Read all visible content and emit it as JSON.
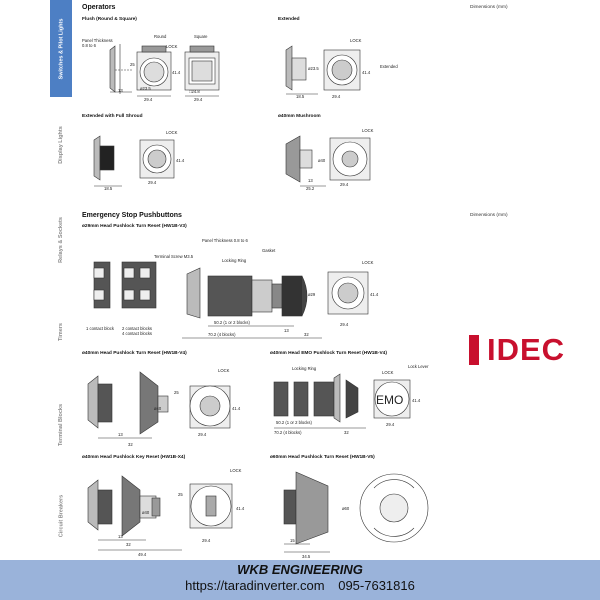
{
  "sidebar": {
    "items": [
      {
        "label": "Switches & Pilot Lights",
        "active": true
      },
      {
        "label": "Display Lights",
        "active": false
      },
      {
        "label": "Relays & Sockets",
        "active": false
      },
      {
        "label": "Timers",
        "active": false
      },
      {
        "label": "Terminal Blocks",
        "active": false
      },
      {
        "label": "Circuit Breakers",
        "active": false
      }
    ]
  },
  "operators": {
    "title": "Operators",
    "dimensions_note": "Dimensions (mm)",
    "flush_title": "Flush (Round & Square)",
    "extended_title": "Extended",
    "extended_shroud_title": "Extended with Full Shroud",
    "mushroom_title": "ø40mm Mushroom",
    "labels": {
      "round": "Round",
      "square": "Square",
      "lock": "LOCK",
      "panel_thickness": "Panel Thickness",
      "panel_range": "0.8 to 6",
      "extended": "Extended"
    },
    "dims": {
      "d13": "13",
      "d18_5": "18.5",
      "d25": "25",
      "d29_4": "29.4",
      "d41_4": "41.4",
      "d23_5": "ø23.5",
      "d24_8": "□24.8",
      "d40": "ø40",
      "d25_2": "25.2"
    }
  },
  "estop": {
    "title": "Emergency Stop Pushbuttons",
    "dimensions_note": "Dimensions (mm)",
    "v3_title": "ø29mm Head Pushlock Turn Reset (HW1B-V3)",
    "v4_title": "ø40mm Head Pushlock Turn Reset (HW1B-V4)",
    "emo_title": "ø40mm Head EMO Pushlock Turn Reset (HW1B-V4)",
    "x4_title": "ø40mm Head Pushlock Key Reset (HW1B-X4)",
    "v5_title": "ø60mm Head Pushlock Turn Reset (HW1B-V5)",
    "labels": {
      "panel_thickness": "Panel Thickness 0.8 to 6",
      "gasket": "Gasket",
      "terminal_screw": "Terminal Screw M3.5",
      "locking_ring": "Locking Ring",
      "lock": "LOCK",
      "lock_lever": "Lock Lever",
      "contact_1": "1 contact block",
      "contact_2": "2 contact blocks",
      "contact_4": "4 contact blocks",
      "d50_2": "50.2 (1 or 2 blocks)",
      "d70_2": "70.2 (4 blocks)",
      "d32": "32",
      "d13": "13",
      "d29_4": "29.4",
      "d41_4": "41.4",
      "d29": "ø29",
      "d40": "ø40",
      "d60": "ø60",
      "d15": "15",
      "d25": "25",
      "d34_5": "34.5",
      "d49_4": "49.4",
      "emo": "EMO"
    }
  },
  "brand": {
    "logo_text": "IDEC",
    "logo_color": "#c8102e"
  },
  "footer": {
    "company": "WKB ENGINEERING",
    "url": "https://taradinverter.com",
    "phone": "095-7631816",
    "background": "#9ab3da"
  }
}
